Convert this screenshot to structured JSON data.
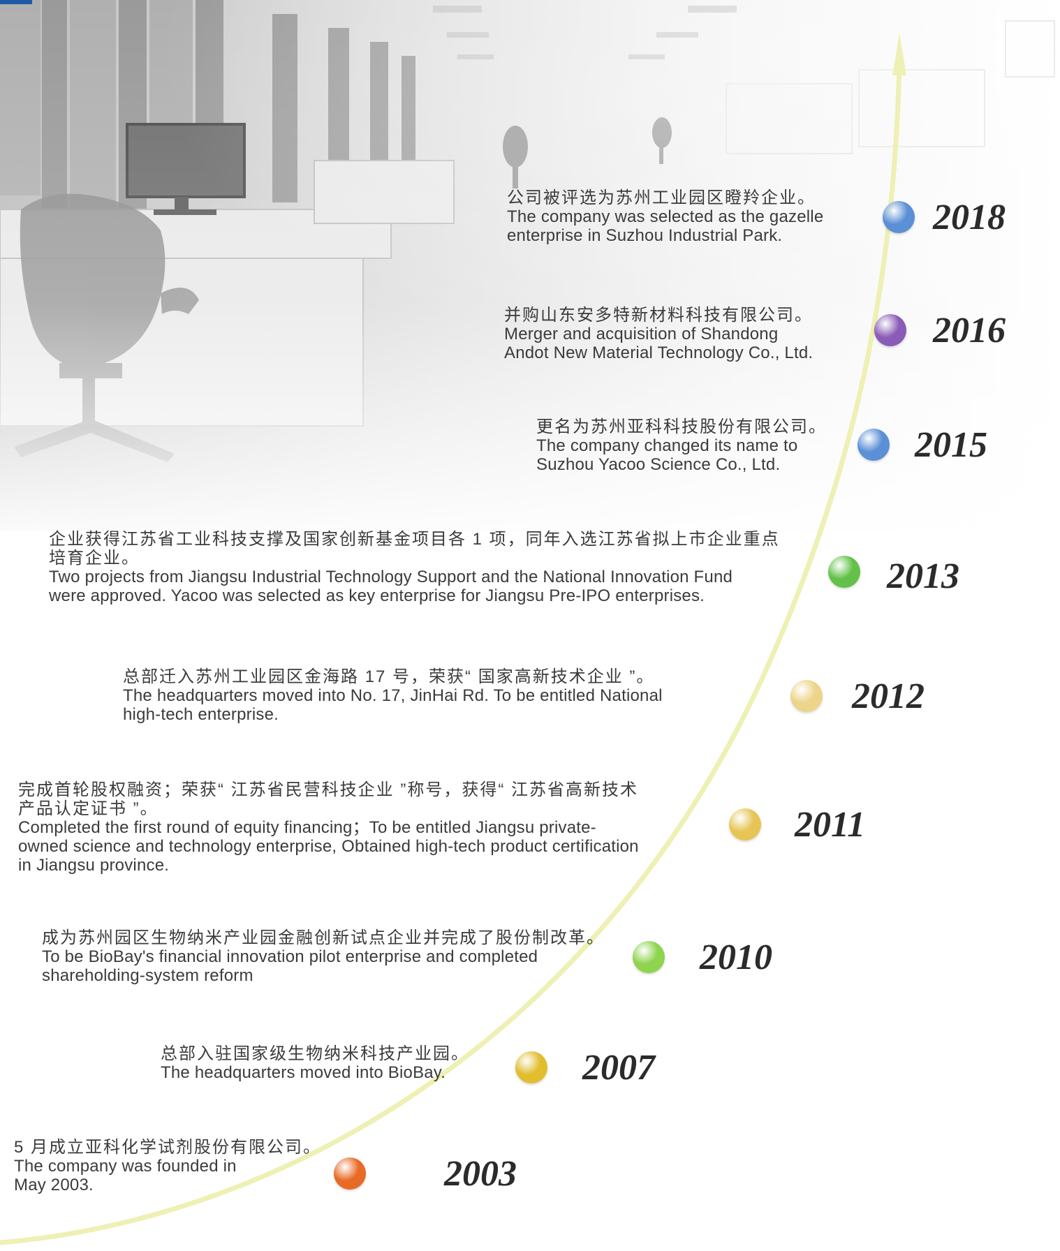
{
  "colors": {
    "curve": "#eef0b4",
    "accent_tab": "#1e5aa8"
  },
  "milestones": [
    {
      "year": "2018",
      "dot_color": "#5b8fd6",
      "cn": "公司被评选为苏州工业园区瞪羚企业。",
      "en": [
        "The company was selected as the gazelle",
        "enterprise in Suzhou Industrial Park."
      ]
    },
    {
      "year": "2016",
      "dot_color": "#8a5cb8",
      "cn": "并购山东安多特新材料科技有限公司。",
      "en": [
        "Merger and acquisition of Shandong",
        "Andot New Material Technology Co., Ltd."
      ]
    },
    {
      "year": "2015",
      "dot_color": "#5b8fd6",
      "cn": "更名为苏州亚科科技股份有限公司。",
      "en": [
        "The company changed its name to",
        "Suzhou Yacoo Science Co., Ltd."
      ]
    },
    {
      "year": "2013",
      "dot_color": "#63c14a",
      "cn": "企业获得江苏省工业科技支撑及国家创新基金项目各 1 项，同年入选江苏省拟上市企业重点",
      "cn2": "培育企业。",
      "en": [
        "Two projects from Jiangsu Industrial Technology Support and the National Innovation Fund",
        "were approved. Yacoo was selected as key enterprise for Jiangsu Pre-IPO enterprises."
      ]
    },
    {
      "year": "2012",
      "dot_color": "#ecd48a",
      "cn": "总部迁入苏州工业园区金海路 17 号，荣获“ 国家高新技术企业 ”。",
      "en": [
        "The headquarters moved into No. 17, JinHai Rd. To be entitled National",
        "high-tech enterprise."
      ]
    },
    {
      "year": "2011",
      "dot_color": "#e6c555",
      "cn": "完成首轮股权融资；荣获“ 江苏省民营科技企业 ”称号，获得“ 江苏省高新技术",
      "cn2": "产品认定证书 ”。",
      "en": [
        "Completed the first round of equity financing；To be entitled Jiangsu private-",
        "owned science and technology enterprise, Obtained high-tech product certification",
        "in Jiangsu province."
      ]
    },
    {
      "year": "2010",
      "dot_color": "#8ed44e",
      "cn": "成为苏州园区生物纳米产业园金融创新试点企业并完成了股份制改革。",
      "en": [
        "To be BioBay's financial innovation pilot enterprise and completed",
        "shareholding-system reform"
      ]
    },
    {
      "year": "2007",
      "dot_color": "#e2bd2e",
      "cn": "总部入驻国家级生物纳米科技产业园。",
      "en": [
        "The headquarters moved into BioBay."
      ]
    },
    {
      "year": "2003",
      "dot_color": "#e86a26",
      "cn": "5 月成立亚科化学试剂股份有限公司。",
      "en": [
        "The company was founded in",
        "May 2003."
      ]
    }
  ]
}
